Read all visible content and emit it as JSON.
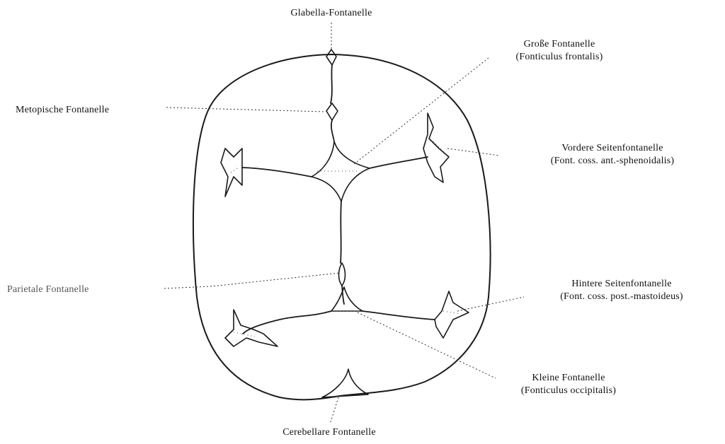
{
  "labels": {
    "glabella": "Glabella-Fontanelle",
    "grosse_1": "Große Fontanelle",
    "grosse_2": "(Fonticulus frontalis)",
    "metopische": "Metopische Fontanelle",
    "vordere_1": "Vordere Seitenfontanelle",
    "vordere_2": "(Font. coss. ant.-sphenoidalis)",
    "parietale": "Parietale Fontanelle",
    "hintere_1": "Hintere Seitenfontanelle",
    "hintere_2": "(Font. coss. post.-mastoideus)",
    "kleine_1": "Kleine Fontanelle",
    "kleine_2": "(Fonticulus occipitalis)",
    "cerebellare": "Cerebellare Fontanelle"
  }
}
